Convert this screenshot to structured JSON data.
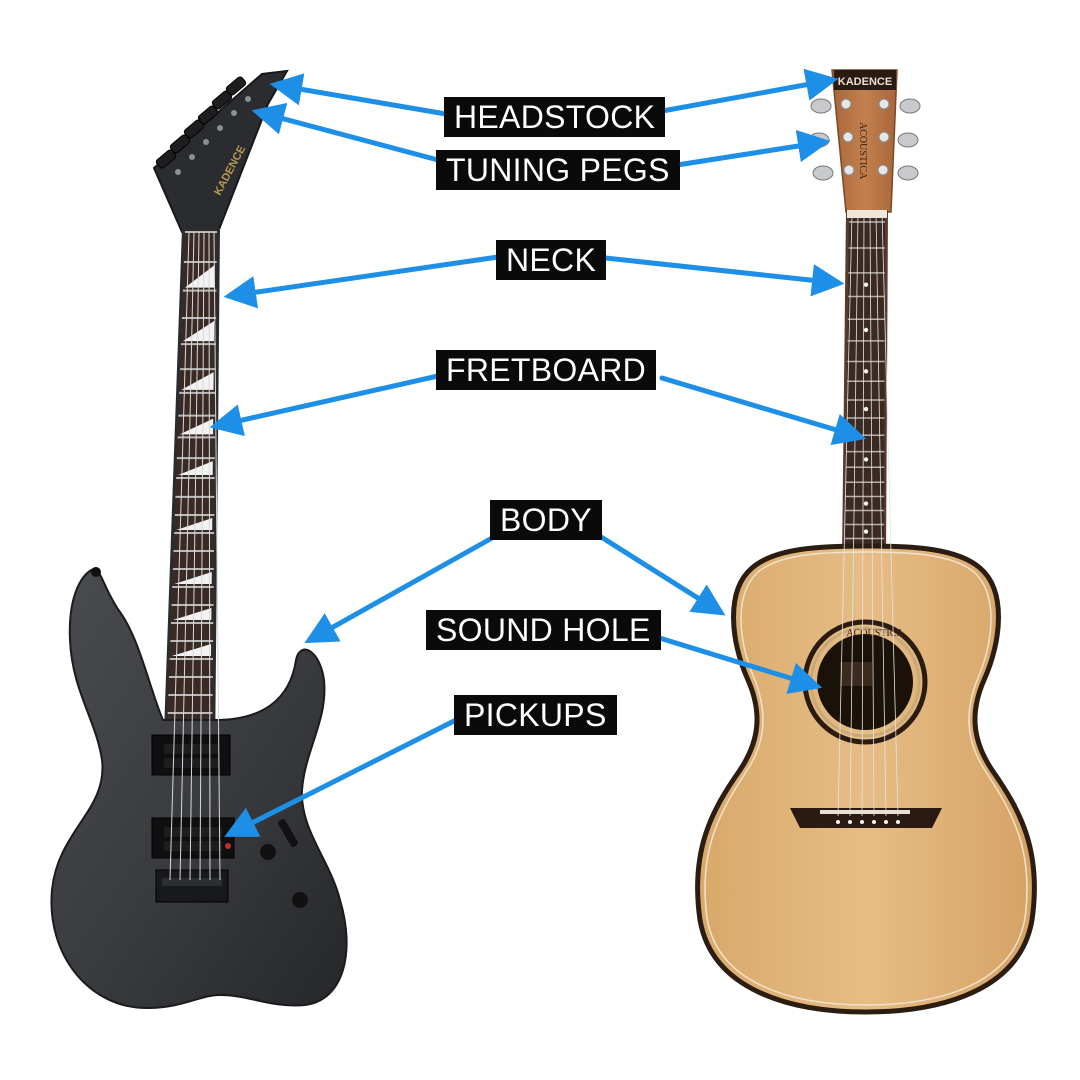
{
  "labels": {
    "headstock": "HEADSTOCK",
    "tuning_pegs": "TUNING PEGS",
    "neck": "NECK",
    "fretboard": "FRETBOARD",
    "body": "BODY",
    "sound_hole": "SOUND HOLE",
    "pickups": "PICKUPS"
  },
  "branding": {
    "electric_headstock_logo": "KADENCE",
    "acoustic_headstock_logo": "KADENCE",
    "acoustic_model_text": "ACOUSTICA"
  },
  "colors": {
    "arrow": "#1e8fe6",
    "label_bg": "#0a0a0a",
    "label_text": "#ffffff",
    "electric_body": "#3b3d40",
    "acoustic_top": "#e0b57e",
    "acoustic_headstock": "#b87646",
    "fretboard": "#3a2a25"
  },
  "icons": {
    "left_instrument": "electric-guitar-icon",
    "right_instrument": "acoustic-guitar-icon"
  }
}
